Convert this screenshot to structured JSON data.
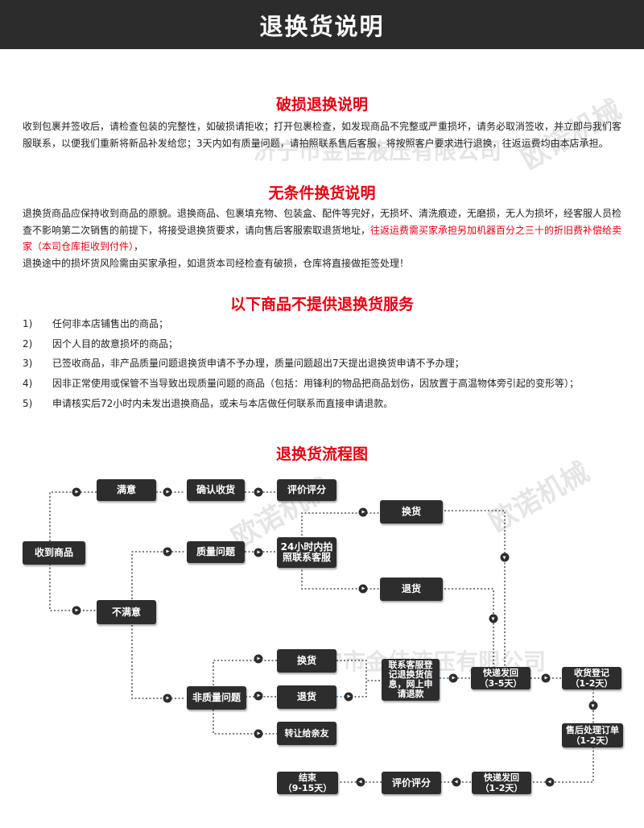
{
  "header": {
    "title": "退换货说明"
  },
  "damage": {
    "title": "破损退换说明",
    "text": "收到包裹并签收后，请检查包装的完整性，如破损请拒收；打开包裹检查，如发现商品不完整或严重损坏，请务必取消签收，并立即与我们客服联系，以便我们重新将新品补发给您；3天内如有质量问题，请拍照联系售后客服，将按照客户要求进行退换，往返运费均由本店承担。"
  },
  "unconditional": {
    "title": "无条件换货说明",
    "text1": "退换货商品应保持收到商品的原貌。退换商品、包裹填充物、包装盒、配件等完好，无损坏、清洗痕迹，无磨损，无人为损坏，经客服人员检查不影响第二次销售的前提下，将接受退换货要求，请向售后客服索取退货地址，",
    "text_red": "往返运费需买家承担另加机器百分之三十的折旧费补偿给卖家（本司仓库拒收到付件）",
    "text2": "，",
    "text3": "退换途中的损坏货风险需由买家承担，如退货本司经检查有破损，仓库将直接做拒签处理！"
  },
  "no_service": {
    "title": "以下商品不提供退换货服务",
    "items": [
      {
        "num": "1)",
        "text": "任何非本店铺售出的商品；"
      },
      {
        "num": "2)",
        "text": "因个人目的故意损坏的商品；"
      },
      {
        "num": "3)",
        "text": "已签收商品，非产品质量问题退换货申请不予办理，质量问题超出7天提出退换货申请不予办理；"
      },
      {
        "num": "4)",
        "text": "因非正常使用或保管不当导致出现质量问题的商品（包括：用锋利的物品把商品划伤，因放置于高温物体旁引起的变形等）；"
      },
      {
        "num": "5)",
        "text": "申请核实后72小时内未发出退换商品，或未与本店做任何联系而直接申请退款。"
      }
    ]
  },
  "flow": {
    "title": "退换货流程图",
    "received": "收到商品",
    "satisfied": "满意",
    "confirm": "确认收货",
    "review1": "评价评分",
    "quality": "质量问题",
    "photo": "24小时内拍\n照联系客服",
    "exchange1": "换货",
    "return1": "退货",
    "unsatisfied": "不满意",
    "nonquality": "非质量问题",
    "exchange2": "换货",
    "return2": "退货",
    "transfer": "转让给亲友",
    "contact": "联系客服登\n记退换货信\n息，网上申\n请退款",
    "ship1": "快递发回\n（3-5天）",
    "register": "收货登记\n（1-2天）",
    "aftersale": "售后处理订单\n（1-2天）",
    "ship2": "快递发回\n（1-2天）",
    "review2": "评价评分",
    "end": "结束\n（9-15天）"
  },
  "watermarks": {
    "company": "济宁市金佳液压有限公司",
    "brand": "欧诺机械"
  }
}
